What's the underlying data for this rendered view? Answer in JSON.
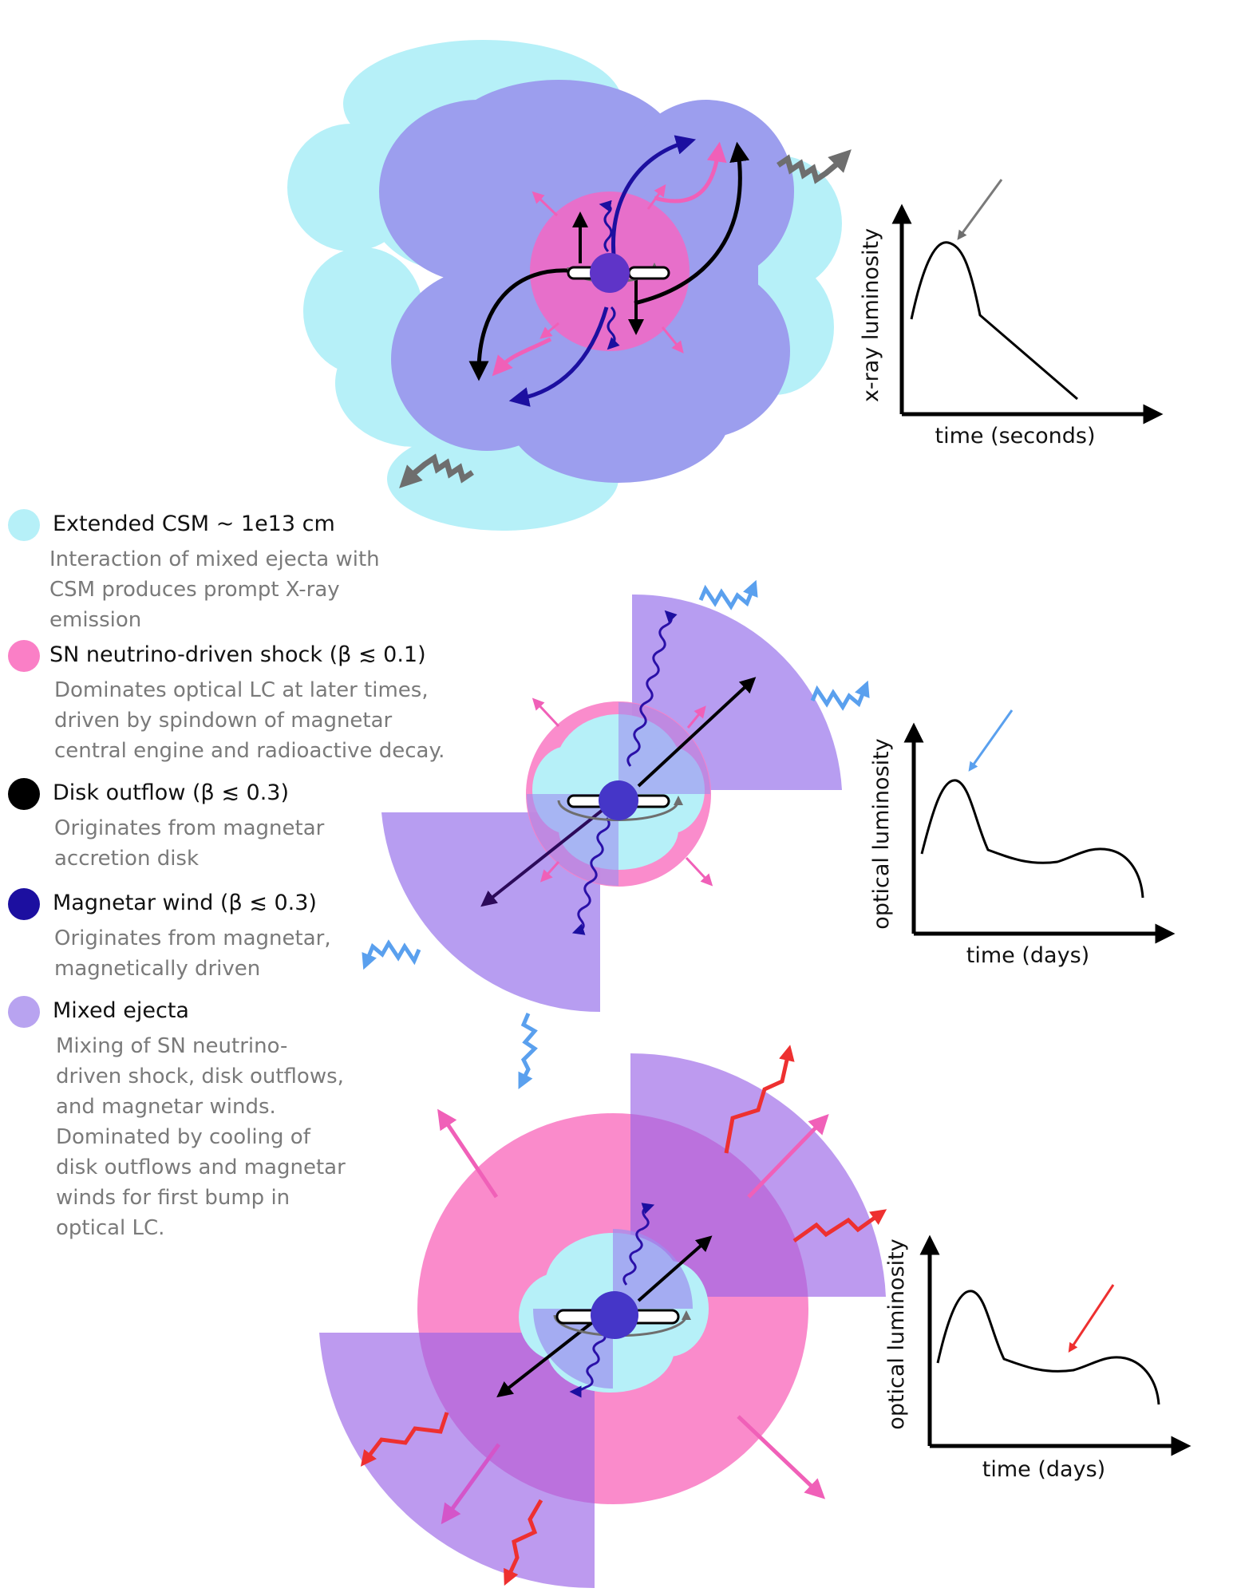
{
  "colors": {
    "csm": "#b6f0f8",
    "shock": "#fa7fc6",
    "disk_outflow": "#000000",
    "magnetar_wind": "#1c0fa0",
    "mixed_ejecta": "#b8a3f0",
    "xray_arrow": "#6e6e6e",
    "optical_photon": "#5aa0ee",
    "late_photon": "#ee3030"
  },
  "legend": [
    {
      "key": "csm",
      "color": "#b6f0f8",
      "title": "Extended CSM ~ 1e13 cm",
      "desc": "Interaction of mixed ejecta with\nCSM produces prompt X-ray\nemission"
    },
    {
      "key": "shock",
      "color": "#fa7fc6",
      "title": "SN neutrino-driven shock (β ≲ 0.1)",
      "desc": "Dominates optical LC at later times,\ndriven by spindown of magnetar\ncentral engine and radioactive decay."
    },
    {
      "key": "disk_outflow",
      "color": "#000000",
      "title": "Disk outflow (β ≲ 0.3)",
      "desc": "Originates from magnetar\naccretion disk"
    },
    {
      "key": "magnetar_wind",
      "color": "#1c0fa0",
      "title": "Magnetar wind (β ≲ 0.3)",
      "desc": "Originates from magnetar,\nmagnetically driven"
    },
    {
      "key": "mixed_ejecta",
      "color": "#b8a3f0",
      "title": "Mixed ejecta",
      "desc": "Mixing of SN neutrino-\ndriven shock, disk outflows,\nand magnetar winds.\nDominated by cooling of\ndisk outflows and magnetar\nwinds for first bump in\noptical LC."
    }
  ],
  "panels": [
    {
      "ylabel": "x-ray luminosity",
      "xlabel": "time (seconds)",
      "indicator_color": "#7a7a7a"
    },
    {
      "ylabel": "optical luminosity",
      "xlabel": "time (days)",
      "indicator_color": "#5aa0ee"
    },
    {
      "ylabel": "optical luminosity",
      "xlabel": "time (days)",
      "indicator_color": "#ee3030"
    }
  ]
}
